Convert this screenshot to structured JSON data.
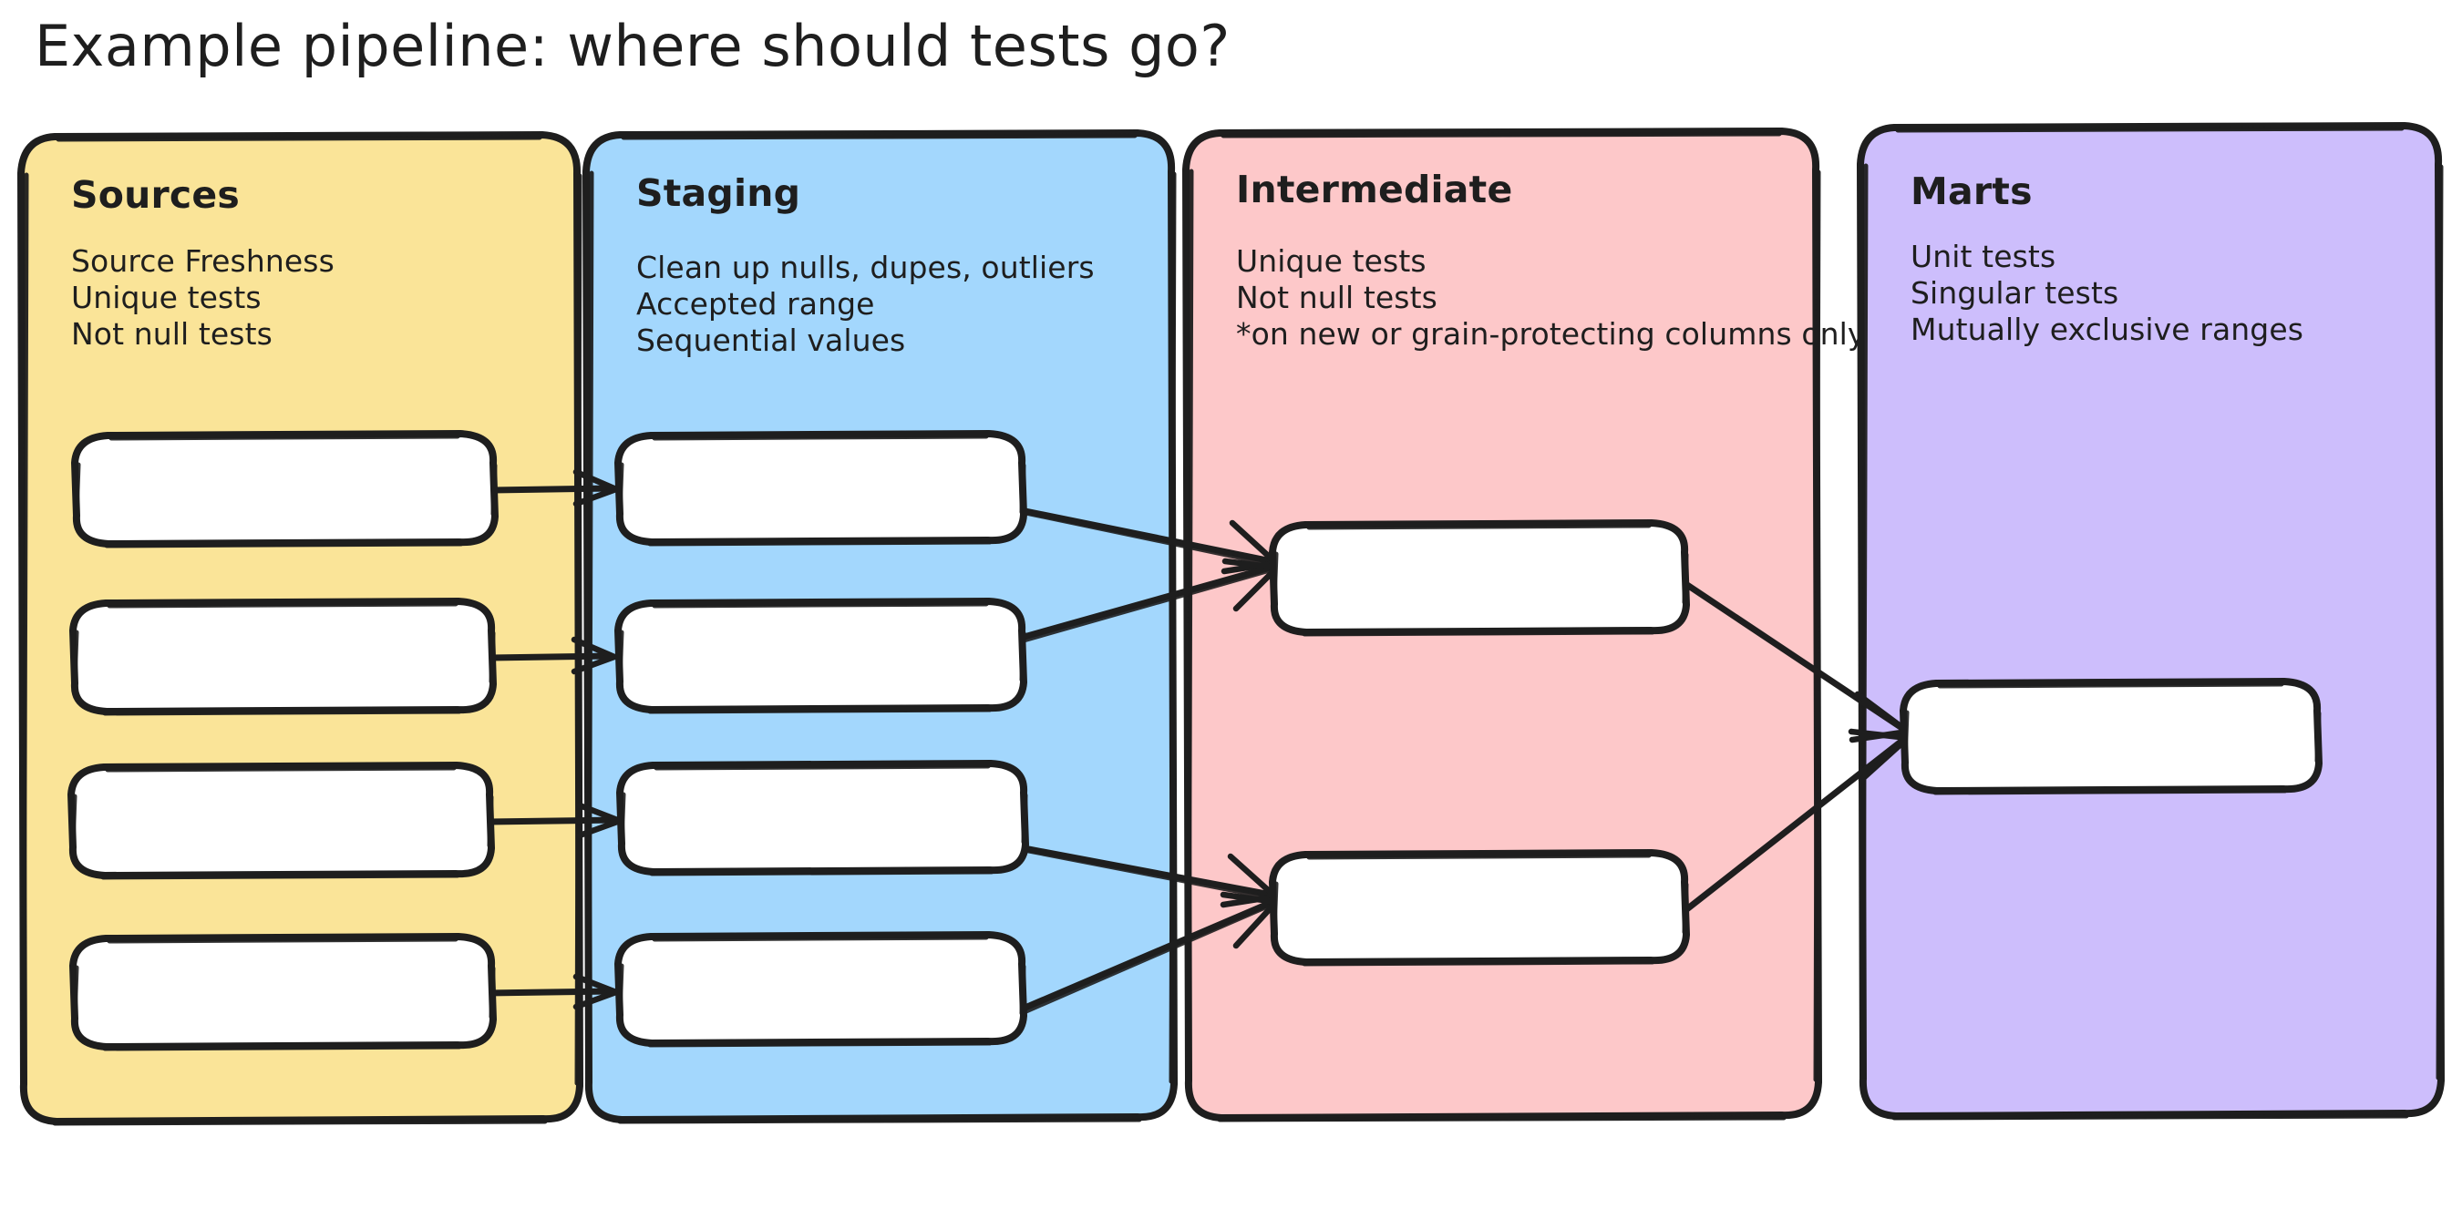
{
  "diagram": {
    "title": "Example pipeline: where should tests go?",
    "background_color": "#ffffff",
    "stroke_color": "#1e1e1e",
    "node_fill_color": "#ffffff",
    "columns": [
      {
        "id": "sources",
        "title": "Sources",
        "fill_color": "#fae498",
        "lines": [
          "Source Freshness",
          "Unique tests",
          "Not null tests"
        ],
        "node_count": 4
      },
      {
        "id": "staging",
        "title": "Staging",
        "fill_color": "#a3d7fd",
        "lines": [
          "Clean up nulls, dupes, outliers",
          "Accepted range",
          "Sequential values"
        ],
        "node_count": 4
      },
      {
        "id": "intermediate",
        "title": "Intermediate",
        "fill_color": "#fdc8c9",
        "lines": [
          "Unique tests",
          "Not null tests",
          "*on new or grain-protecting columns only"
        ],
        "node_count": 2
      },
      {
        "id": "marts",
        "title": "Marts",
        "fill_color": "#cdbefc",
        "lines": [
          "Unit tests",
          "Singular tests",
          "Mutually exclusive ranges"
        ],
        "node_count": 1
      }
    ],
    "edges": [
      {
        "from": "sources-node-1",
        "to": "staging-node-1"
      },
      {
        "from": "sources-node-2",
        "to": "staging-node-2"
      },
      {
        "from": "sources-node-3",
        "to": "staging-node-3"
      },
      {
        "from": "sources-node-4",
        "to": "staging-node-4"
      },
      {
        "from": "staging-node-1",
        "to": "intermediate-node-1"
      },
      {
        "from": "staging-node-2",
        "to": "intermediate-node-1"
      },
      {
        "from": "staging-node-3",
        "to": "intermediate-node-2"
      },
      {
        "from": "staging-node-4",
        "to": "intermediate-node-2"
      },
      {
        "from": "intermediate-node-1",
        "to": "marts-node-1"
      },
      {
        "from": "intermediate-node-2",
        "to": "marts-node-1"
      }
    ]
  }
}
